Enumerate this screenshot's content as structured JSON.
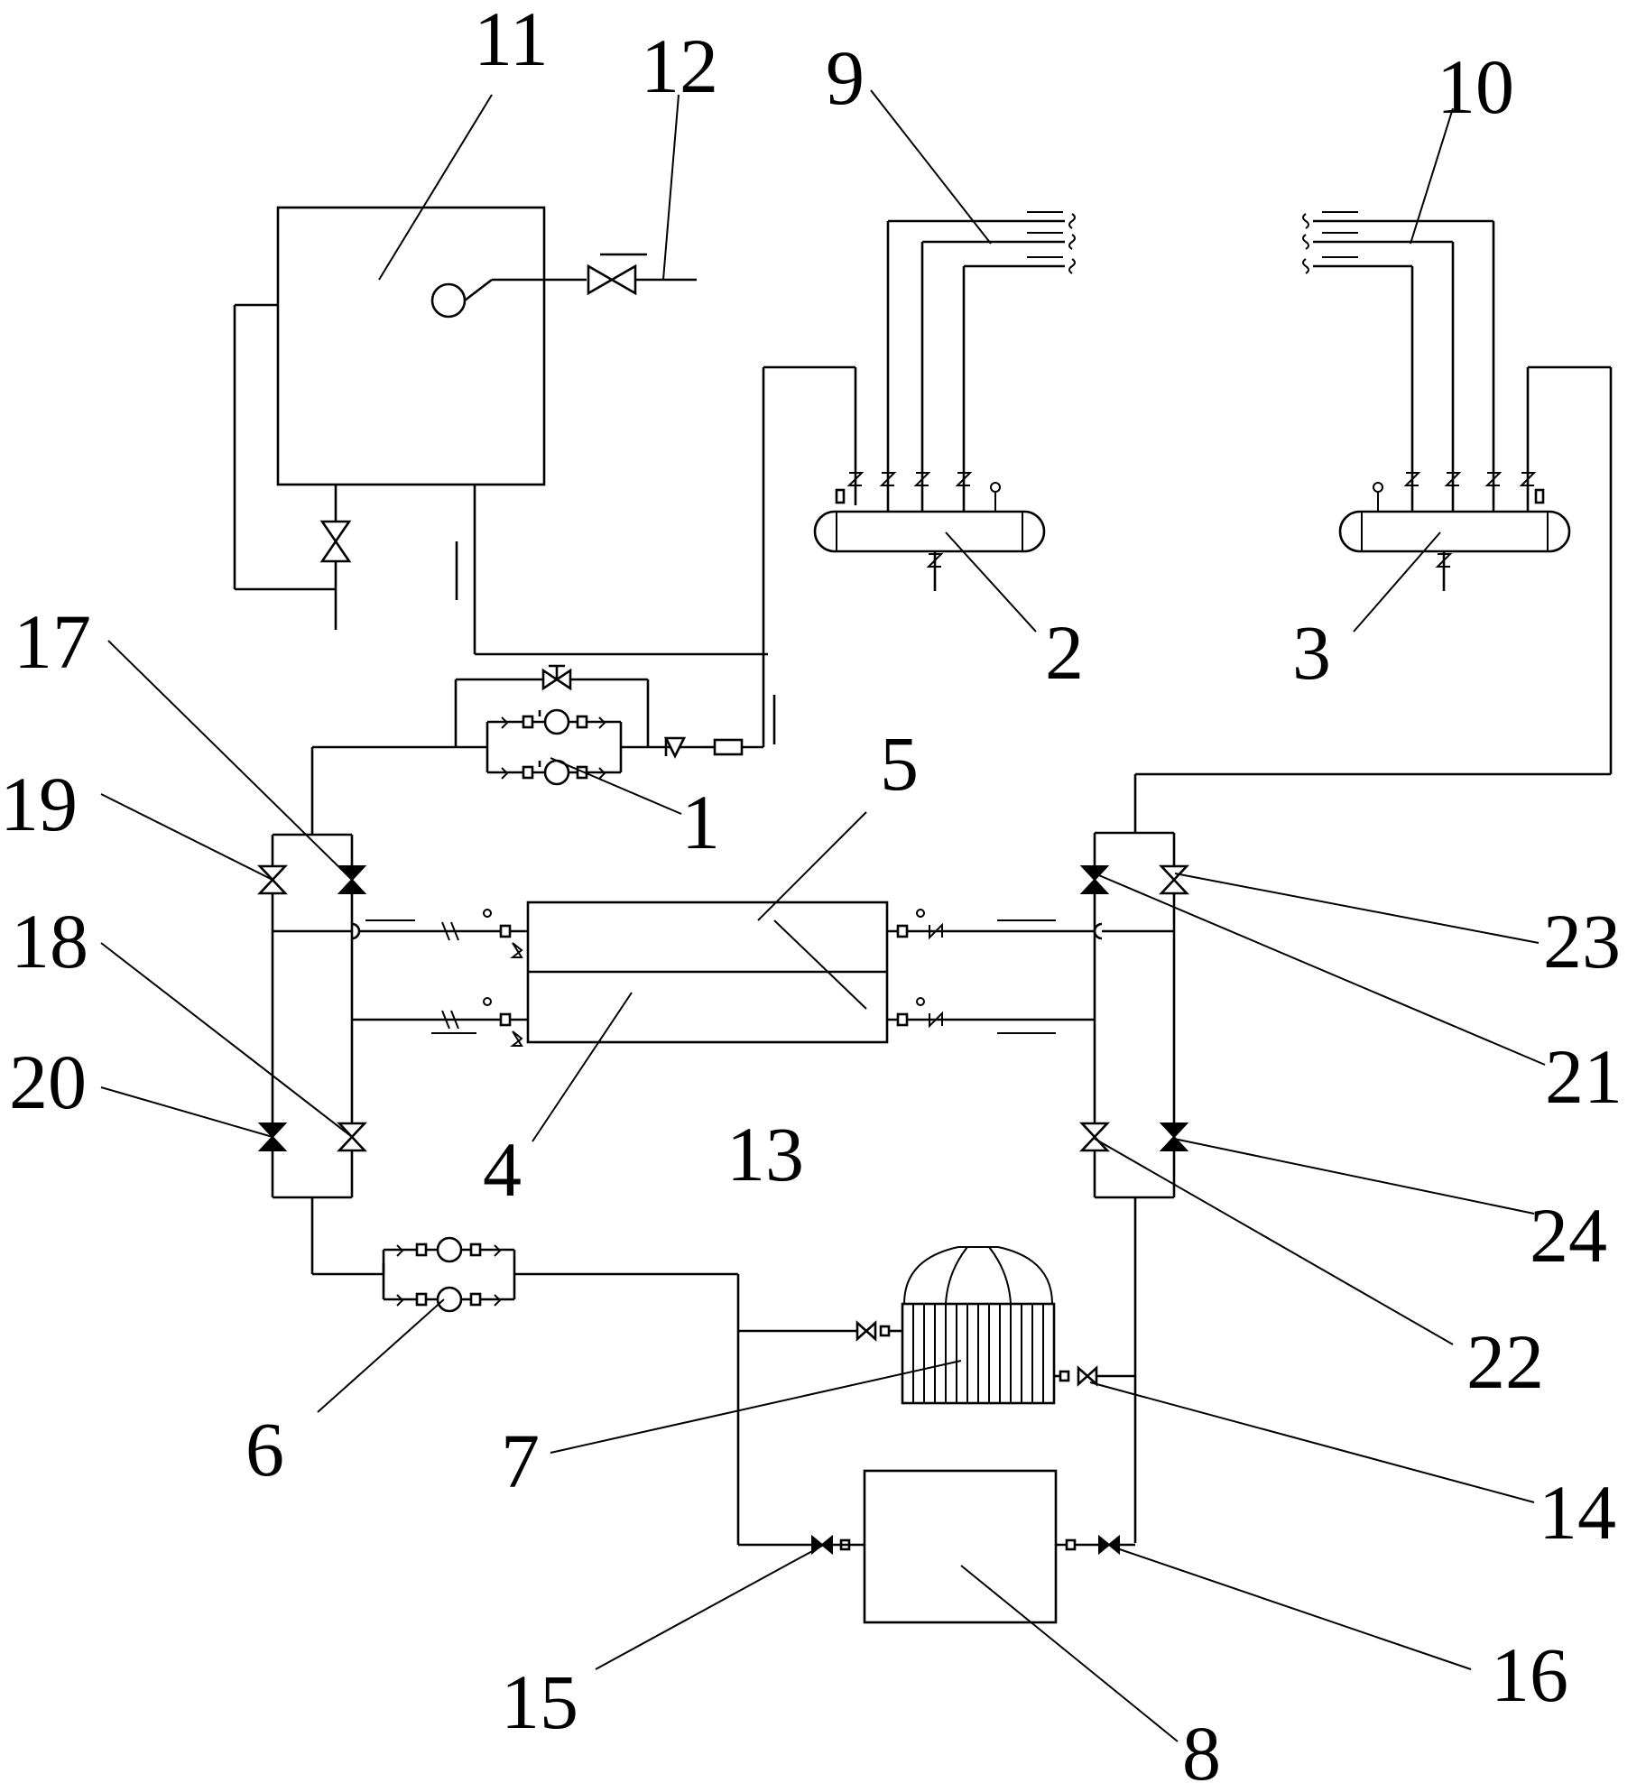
{
  "colors": {
    "line": "#000000",
    "background": "#ffffff"
  },
  "labels": {
    "l1": "1",
    "l2": "2",
    "l3": "3",
    "l4": "4",
    "l5": "5",
    "l6": "6",
    "l7": "7",
    "l8": "8",
    "l9": "9",
    "l10": "10",
    "l11": "11",
    "l12": "12",
    "l13": "13",
    "l14": "14",
    "l15": "15",
    "l16": "16",
    "l17": "17",
    "l18": "18",
    "l19": "19",
    "l20": "20",
    "l21": "21",
    "l22": "22",
    "l23": "23",
    "l24": "24"
  }
}
